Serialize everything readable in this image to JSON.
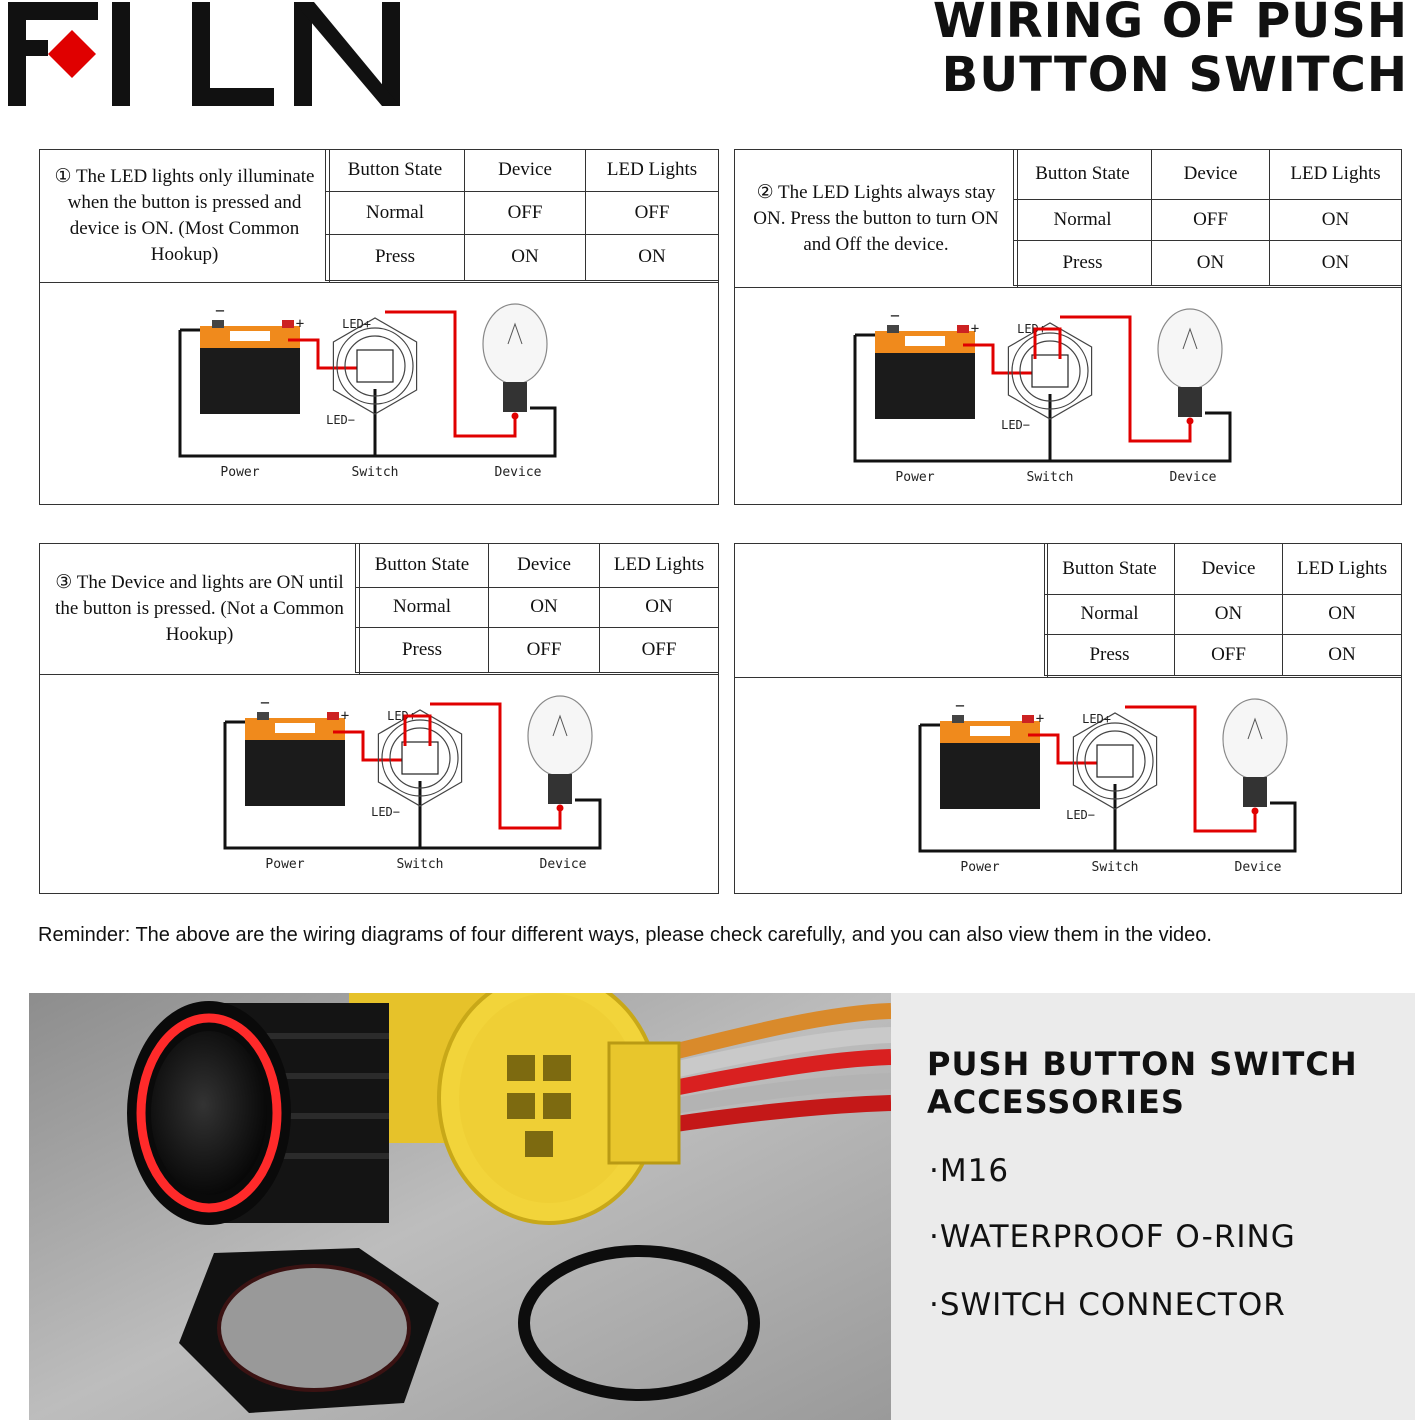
{
  "brand": {
    "logo_text": "FILN",
    "accent_color": "#e00000"
  },
  "header": {
    "title_line1": "WIRING OF PUSH",
    "title_line2": "BUTTON SWITCH"
  },
  "table_headers": {
    "state": "Button State",
    "device": "Device",
    "led": "LED Lights"
  },
  "row_labels": {
    "normal": "Normal",
    "press": "Press"
  },
  "diagram_labels": {
    "power": "Power",
    "switch": "Switch",
    "device": "Device",
    "led_plus": "LED+",
    "led_minus": "LED−",
    "battery_minus": "−",
    "battery_plus": "+"
  },
  "panels": [
    {
      "description": "① The LED lights only illuminate when the button is pressed and device is ON. (Most Common Hookup)",
      "normal_device": "OFF",
      "normal_led": "OFF",
      "press_device": "ON",
      "press_led": "ON"
    },
    {
      "description": "② The LED Lights always stay ON. Press the button to turn ON and Off the device.",
      "normal_device": "OFF",
      "normal_led": "ON",
      "press_device": "ON",
      "press_led": "ON"
    },
    {
      "description": "③ The Device and lights are ON until the button is pressed. (Not a Common Hookup)",
      "normal_device": "ON",
      "normal_led": "ON",
      "press_device": "OFF",
      "press_led": "OFF"
    },
    {
      "description": "",
      "normal_device": "ON",
      "normal_led": "ON",
      "press_device": "OFF",
      "press_led": "ON"
    }
  ],
  "reminder": "Reminder: The above are the wiring diagrams of four different ways, please check carefully, and you can also view them in the video.",
  "accessories": {
    "title_line1": "PUSH BUTTON SWITCH",
    "title_line2": "ACCESSORIES",
    "items": [
      "·M16",
      "·WATERPROOF O-RING",
      "·SWITCH CONNECTOR"
    ]
  },
  "colors": {
    "wire_red": "#e00000",
    "wire_black": "#111111",
    "connector_yellow": "#f2d43a",
    "panel_gray": "#ebebeb"
  }
}
